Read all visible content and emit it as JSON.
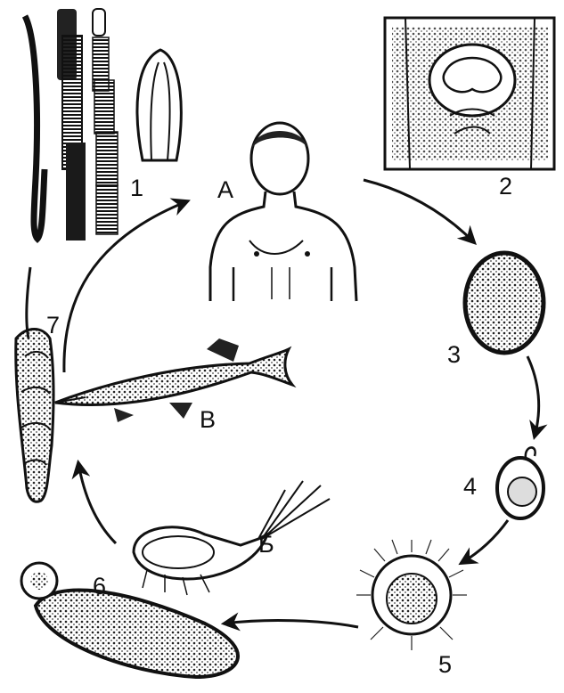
{
  "labels": {
    "stage_1": "1",
    "stage_2": "2",
    "stage_3": "3",
    "stage_4": "4",
    "stage_5": "5",
    "stage_6": "6",
    "stage_7": "7",
    "host_a": "А",
    "host_b": "Б",
    "host_v": "В"
  },
  "illustrations": [
    "adult-tapeworm-strobila",
    "scolex",
    "proglottid-segment",
    "egg",
    "egg-with-oncosphere",
    "coracidium",
    "procercoid",
    "copepod",
    "pike-fish",
    "plerocercoid",
    "human-figure"
  ],
  "colors": {
    "ink": "#111111",
    "paper": "#ffffff"
  }
}
